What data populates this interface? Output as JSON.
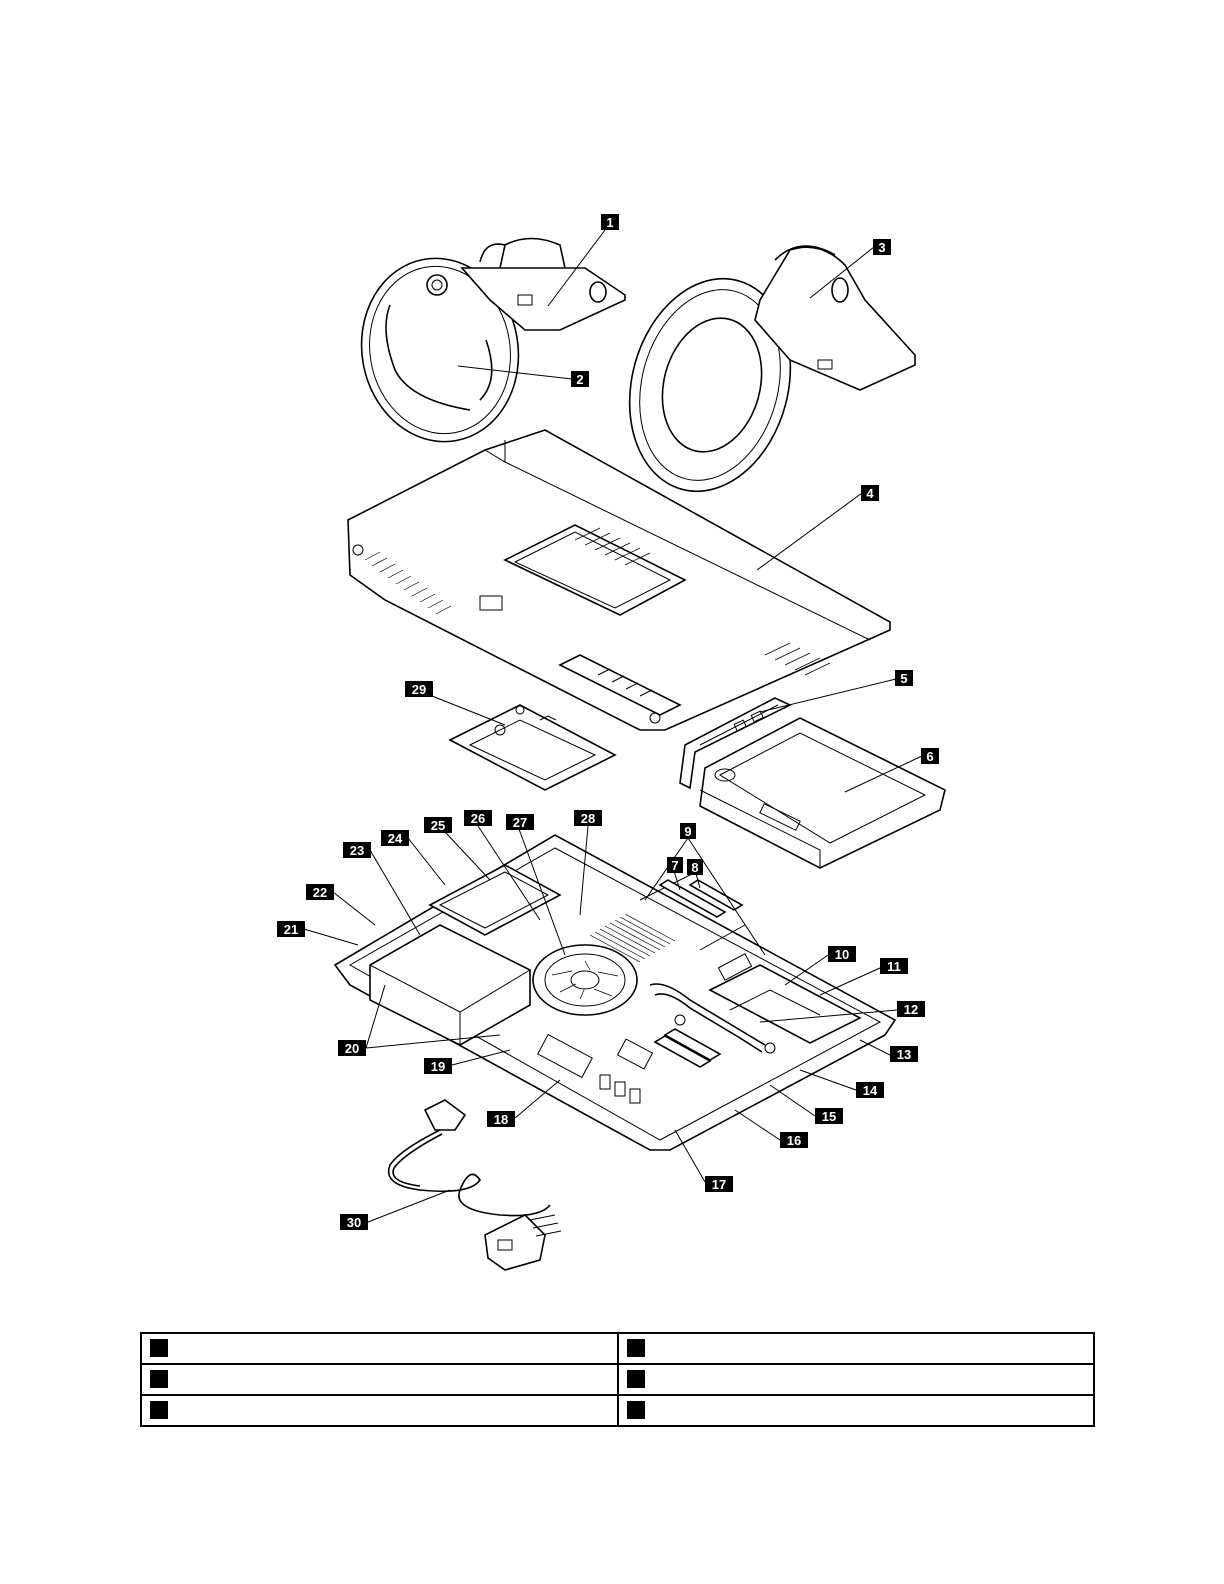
{
  "callouts": [
    "1",
    "2",
    "3",
    "4",
    "5",
    "6",
    "7",
    "8",
    "9",
    "10",
    "11",
    "12",
    "13",
    "14",
    "15",
    "16",
    "17",
    "18",
    "19",
    "20",
    "21",
    "22",
    "23",
    "24",
    "25",
    "26",
    "27",
    "28",
    "29",
    "30"
  ],
  "legend": [
    {
      "num": "",
      "desc": ""
    },
    {
      "num": "",
      "desc": ""
    },
    {
      "num": "",
      "desc": ""
    },
    {
      "num": "",
      "desc": ""
    },
    {
      "num": "",
      "desc": ""
    },
    {
      "num": "",
      "desc": ""
    }
  ]
}
